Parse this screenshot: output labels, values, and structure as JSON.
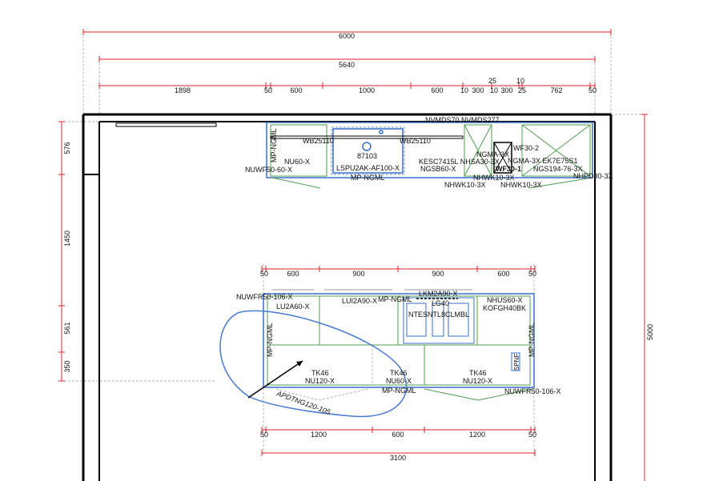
{
  "dimensions": {
    "overall_width": "6000",
    "inner_width": "5640",
    "top_segments": [
      "1898",
      "50",
      "600",
      "1000",
      "600",
      "10",
      "300",
      "10",
      "300",
      "25",
      "762",
      "50"
    ],
    "top_small": [
      "25",
      "10"
    ],
    "left": [
      "576",
      "1450",
      "561",
      "350"
    ],
    "right": "5000",
    "island_top": [
      "50",
      "600",
      "900",
      "900",
      "600",
      "50"
    ],
    "island_bottom": [
      "50",
      "1200",
      "600",
      "1200",
      "50"
    ],
    "island_total": "3100"
  },
  "wall_run_labels": {
    "nvmds": "NVMDS70 NVMDS277",
    "wb_left": "WB25110",
    "wb_right": "WB25110",
    "mp_vert": "MP-NGML",
    "nu60": "NU60-X",
    "nuwf": "NUWF50-60-X",
    "sink_code": "87103",
    "sink": "LSPU2AK-AF100-X",
    "mp_bottom": "MP-NGML",
    "kesc": "KESC7415L NHSA30-3X",
    "ngsb": "NGSB60-X",
    "ngma1": "NGMA-3X",
    "wf302": "WF30-2",
    "ngma2": "NGMA-3X EK7E75S1",
    "wf301": "WF30-1",
    "ngs194": "NGS194-76-3X",
    "nhwk1": "NHWK10-3X",
    "nhwk2": "NHWK10-3X",
    "nhwk3": "NHWK10-3X",
    "nhpd": "NHPD30-3X"
  },
  "island_labels": {
    "nuwfr_top": "NUWFR50-106-X",
    "lu2a": "LU2A60-X",
    "lui2a": "LUI2A90-X",
    "mp_top": "MP-NGML",
    "lkm": "LKM2A90-X",
    "lg40": "LG40",
    "ntes": "NTESNTL8CLMBL",
    "nhus": "NHUS60-X",
    "kofgh": "KOFGH40BK",
    "mp_left": "MP-NGML",
    "mp_right": "MP-NGML",
    "spnf": "SPNF",
    "tk1": "TK46",
    "nu120a": "NU120-X",
    "apdt": "APDTNG120-105",
    "tk2": "TK46",
    "nu60": "NU60-X",
    "mp_bottom": "MP-NGML",
    "tk3": "TK46",
    "nu120b": "NU120-X",
    "nuwfr_bottom": "NUWFR50-106-X"
  },
  "colors": {
    "dimension": "#e0202a",
    "cabinet": "#3a6fc9",
    "appliance": "#4f9d4f",
    "wall": "#000000"
  }
}
